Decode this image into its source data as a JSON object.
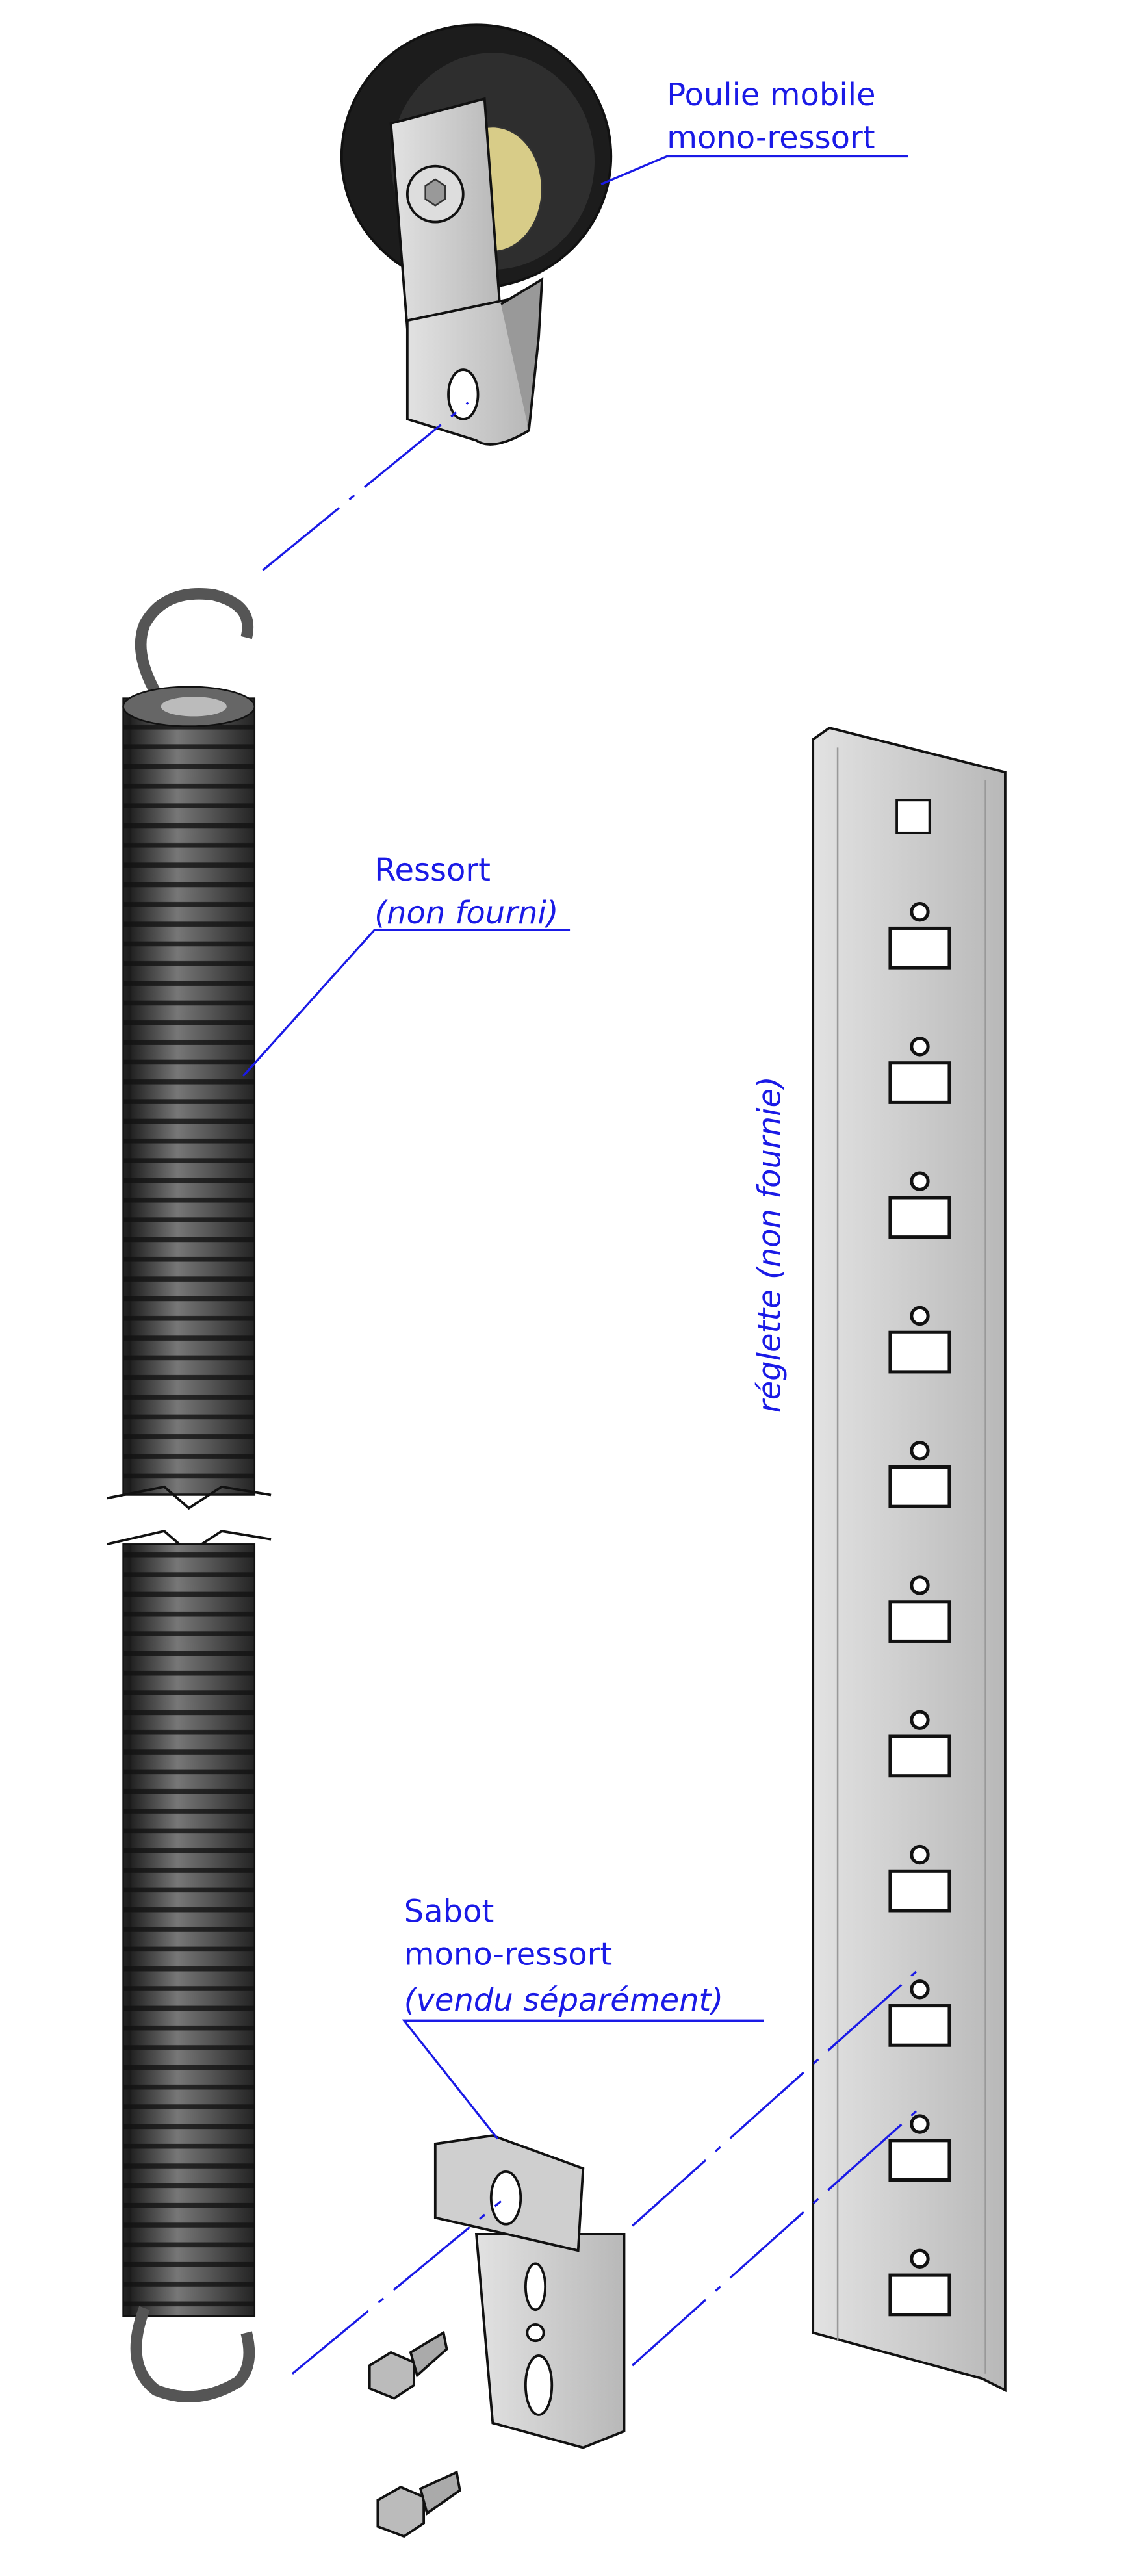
{
  "labels": {
    "pulley_line1": "Poulie mobile",
    "pulley_line2": "mono-ressort",
    "spring_line1": "Ressort",
    "spring_line2": "(non fourni)",
    "rail": "réglette (non fournie)",
    "shoe_line1": "Sabot",
    "shoe_line2": "mono-ressort",
    "shoe_line3": "(vendu séparément)"
  },
  "colors": {
    "annotation": "#1a1ae6",
    "metal": "#c8c8c8",
    "spring": "#3a3a3a"
  },
  "rail_slot_count": 11
}
